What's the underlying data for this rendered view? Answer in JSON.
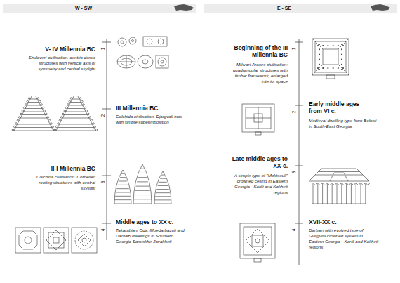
{
  "diagram": {
    "labels": [
      "W - SW",
      "E - SE",
      "V- IV Millennia BC",
      "Shulaveri civilisation. centric domic structures with vertical axis of symmetry and central skylight",
      "III Millennia BC",
      "Colchida civilisation. Djargvali huts with simple superimposition",
      "II-I Millennia BC",
      "Colchida civilisation. Corbelled roofing structures with central skylight",
      "Middle ages to XX c.",
      "Takarabiani Oda, Moedarbazuli and Darbazi dwellings in Southern Georgia Samtskhe-Javakheti",
      "Beginning of the III Millennia BC",
      "Mtkvari-Araxes civilisation: quadrangular structures with timber framework, enlarged interior space",
      "Early middle ages from VI c.",
      "Medieval dwelling type from Bolnisi in South-East Georgia.",
      "Late middle ages to XX c.",
      "A simple type of \"Moktseuli\" crowned ceiling in Eastern Georgia - Kartli and Kakheti regions",
      "XVII-XX c.",
      "Darbazi with evolved type of Gvirgvini crowned system in Eastern Georgia - Kartli and Kakheti regions",
      "1",
      "2",
      "3",
      "4",
      "1",
      "2",
      "3",
      "4"
    ]
  }
}
